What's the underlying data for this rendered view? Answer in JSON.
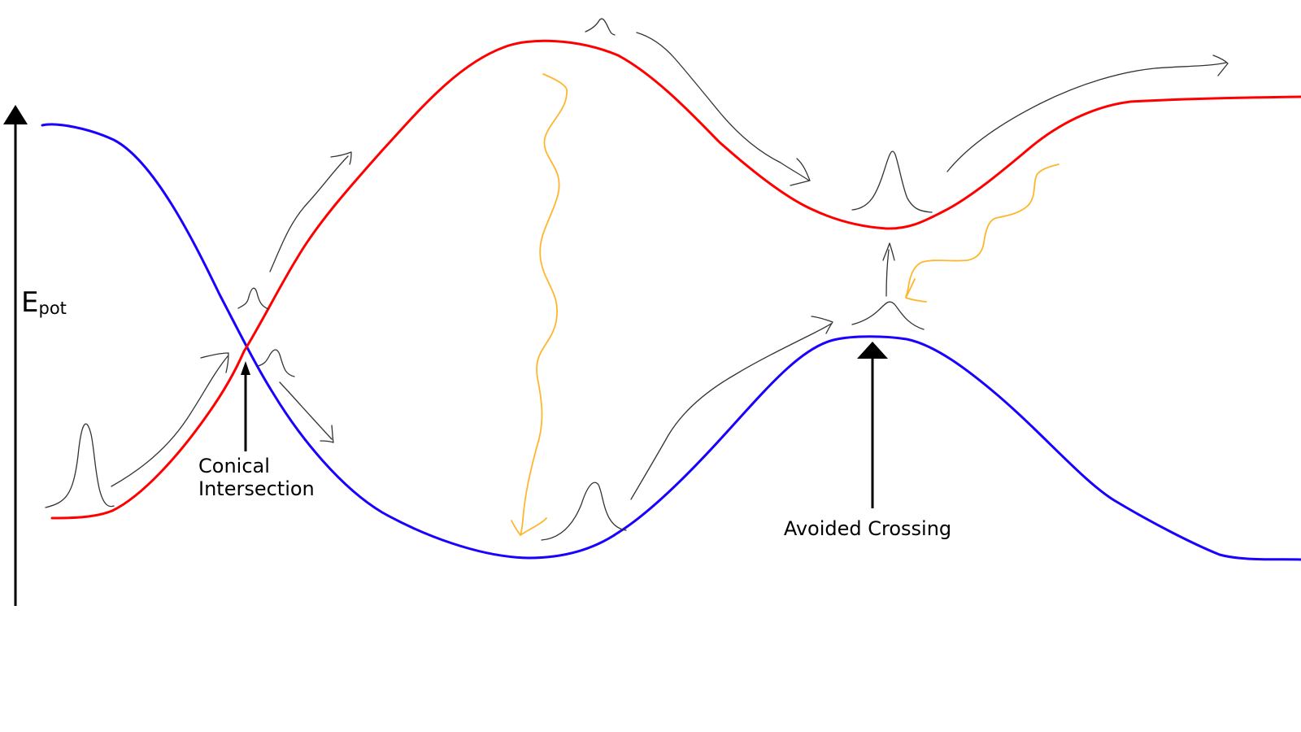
{
  "axis": {
    "main": "E",
    "sub": "pot"
  },
  "labels": {
    "conical_line1": "Conical",
    "conical_line2": "Intersection",
    "avoided": "Avoided Crossing"
  },
  "colors": {
    "upper_surface": "#ff0000",
    "lower_surface": "#1a00ff",
    "emission": "#ffb62e",
    "wavepacket": "#333333"
  }
}
